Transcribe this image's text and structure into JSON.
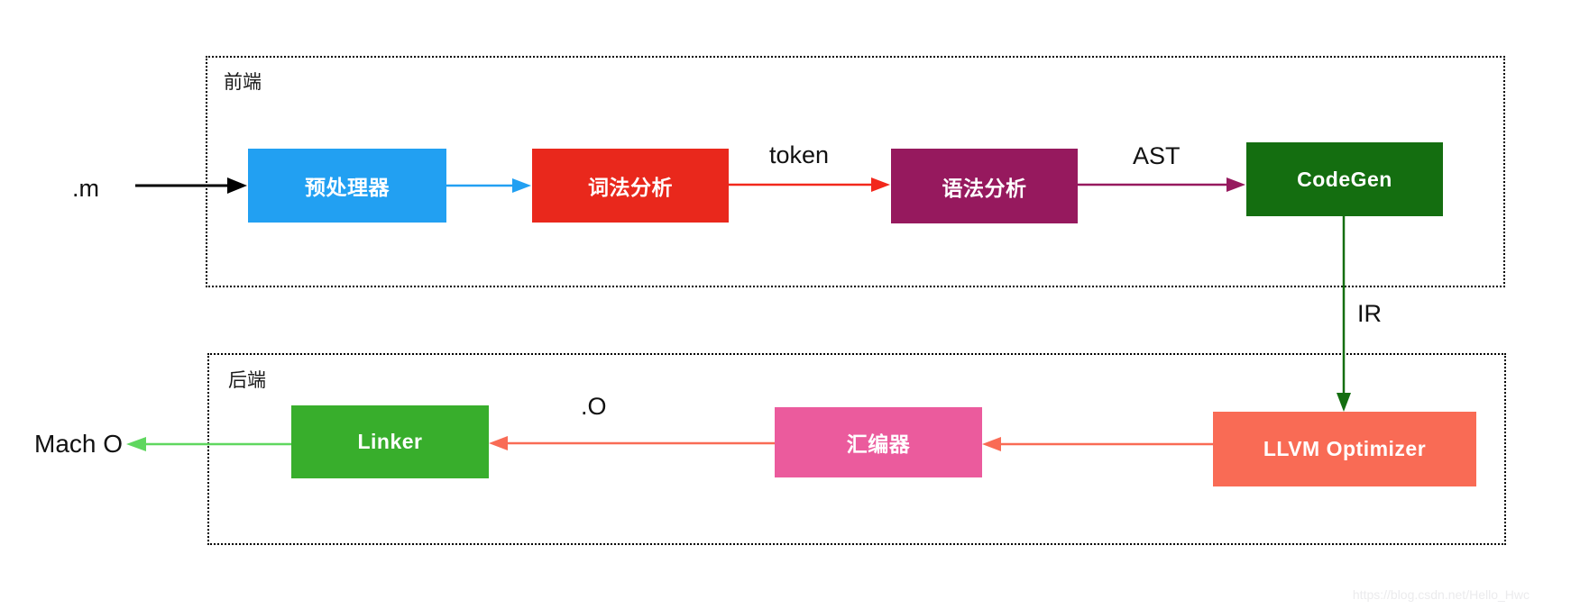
{
  "groups": {
    "frontend": {
      "label": "前端"
    },
    "backend": {
      "label": "后端"
    }
  },
  "nodes": {
    "preprocessor": {
      "label": "预处理器",
      "color": "#22A0F2"
    },
    "lexer": {
      "label": "词法分析",
      "color": "#E9281C"
    },
    "parser": {
      "label": "语法分析",
      "color": "#96195E"
    },
    "codegen": {
      "label": "CodeGen",
      "color": "#146E10"
    },
    "optimizer": {
      "label": "LLVM Optimizer",
      "color": "#F96B55"
    },
    "assembler": {
      "label": "汇编器",
      "color": "#EB5B9D"
    },
    "linker": {
      "label": "Linker",
      "color": "#38AE2C"
    }
  },
  "flow_labels": {
    "input": ".m",
    "token": "token",
    "ast": "AST",
    "ir": "IR",
    "object": ".O",
    "output": "Mach O"
  },
  "edges": {
    "input_to_preprocessor": {
      "color": "#000000"
    },
    "preprocessor_to_lexer": {
      "color": "#22A0F2"
    },
    "lexer_to_parser": {
      "color": "#F2281C"
    },
    "parser_to_codegen": {
      "color": "#96195E"
    },
    "codegen_to_optimizer": {
      "color": "#146E10"
    },
    "optimizer_to_assembler": {
      "color": "#F96B55"
    },
    "assembler_to_linker": {
      "color": "#F96B55"
    },
    "linker_to_output": {
      "color": "#5FD75F"
    }
  },
  "watermark": "https://blog.csdn.net/Hello_Hwc"
}
